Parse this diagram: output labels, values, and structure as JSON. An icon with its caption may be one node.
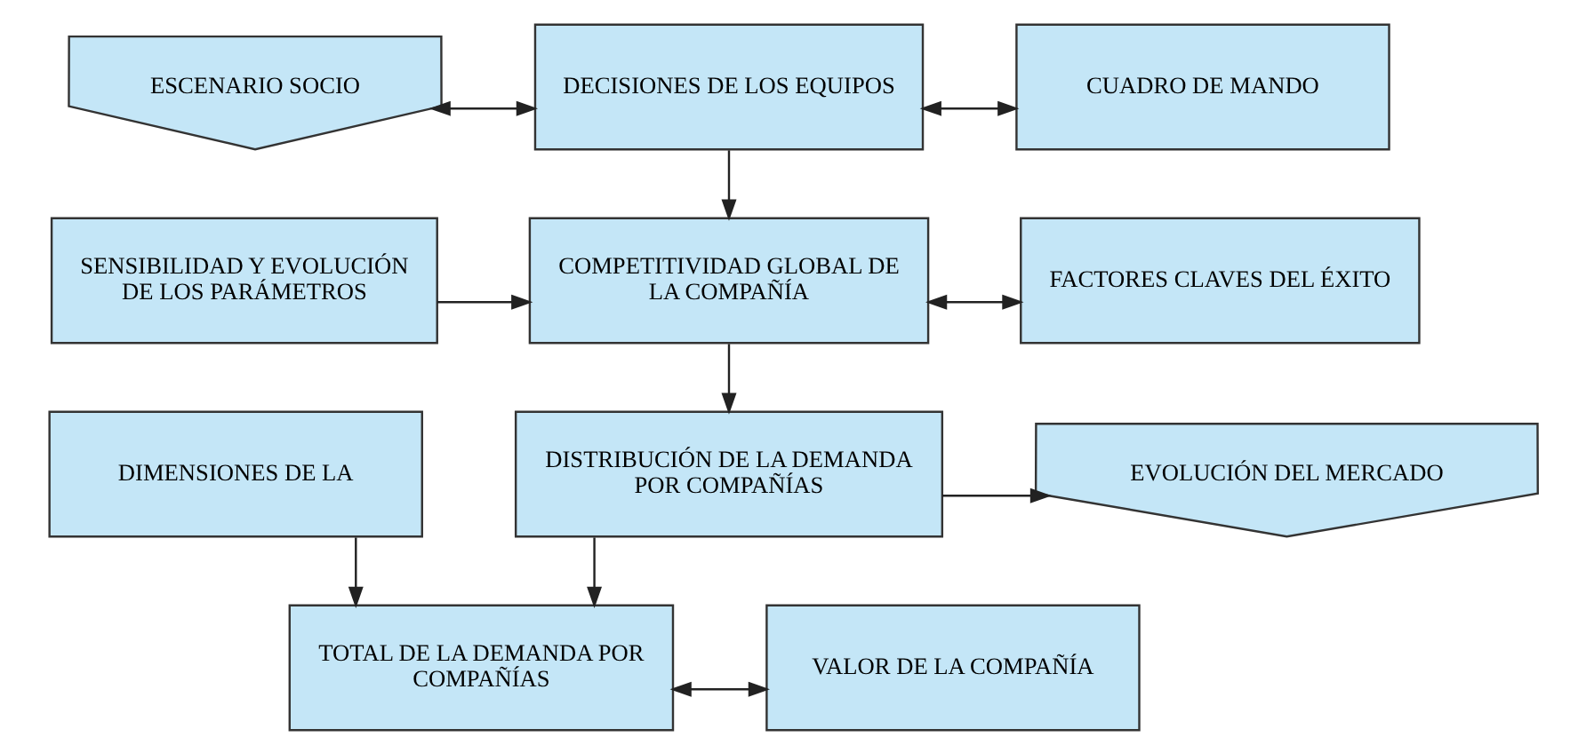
{
  "diagram": {
    "nodes": [
      {
        "text": [
          "ESCENARIO SOCIO"
        ]
      },
      {
        "text": [
          "DECISIONES DE LOS EQUIPOS"
        ]
      },
      {
        "text": [
          "CUADRO DE MANDO"
        ]
      },
      {
        "text": [
          "SENSIBILIDAD Y EVOLUCIÓN DE LOS PARÁMETROS"
        ]
      },
      {
        "text": [
          "COMPETITIVIDAD GLOBAL DE LA COMPAÑÍA"
        ]
      },
      {
        "text": [
          "FACTORES CLAVES DEL ÉXITO"
        ]
      },
      {
        "text": [
          "DIMENSIONES DE LA"
        ]
      },
      {
        "text": [
          "DISTRIBUCIÓN DE LA DEMANDA POR COMPAÑÍAS"
        ]
      },
      {
        "text": [
          "EVOLUCIÓN DEL MERCADO"
        ]
      },
      {
        "text": [
          "TOTAL DE LA DEMANDA POR COMPAÑÍAS"
        ]
      },
      {
        "text": [
          "VALOR DE LA COMPAÑÍA"
        ]
      }
    ],
    "edges": [
      {
        "from": 0,
        "to": 1,
        "arrow": "both"
      },
      {
        "from": 1,
        "to": 2,
        "arrow": "both"
      },
      {
        "from": 1,
        "to": 4,
        "arrow": "to"
      },
      {
        "from": 3,
        "to": 4,
        "arrow": "to"
      },
      {
        "from": 4,
        "to": 5,
        "arrow": "both"
      },
      {
        "from": 4,
        "to": 7,
        "arrow": "to"
      },
      {
        "from": 7,
        "to": 8,
        "arrow": "to"
      },
      {
        "from": 7,
        "to": 9,
        "arrow": "to"
      },
      {
        "from": 6,
        "to": 9,
        "arrow": "to"
      },
      {
        "from": 9,
        "to": 10,
        "arrow": "both"
      }
    ]
  }
}
